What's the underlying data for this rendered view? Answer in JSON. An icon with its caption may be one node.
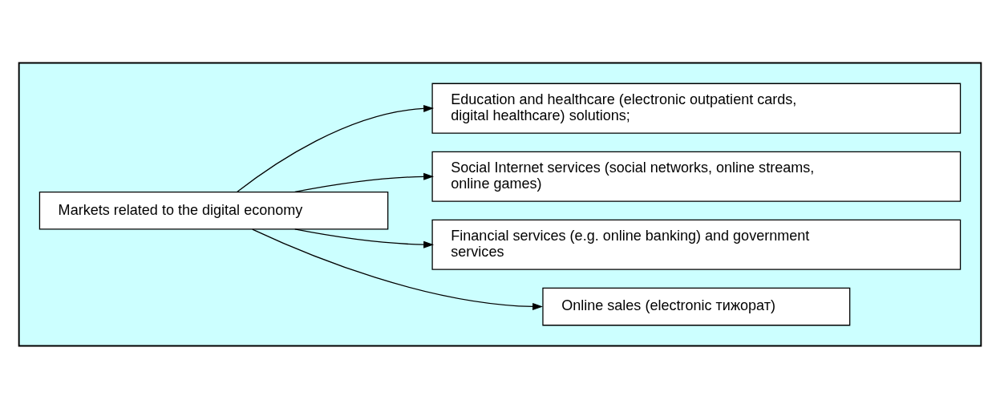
{
  "diagram": {
    "nodes": [
      {
        "text": [],
        "shape": "box"
      },
      {
        "text": [
          "Markets related to the digital economy"
        ],
        "in": 0
      },
      {
        "text": [
          "Online sales (electronic тижорат)"
        ],
        "in": 0
      },
      {
        "text": [
          "Financial services (e.g. online banking) and government services"
        ],
        "in": 0
      },
      {
        "text": [
          "Social Internet services (social networks, online streams, online games)"
        ],
        "in": 0
      },
      {
        "text": [
          "Education and healthcare (electronic outpatient cards, digital healthcare) solutions;"
        ],
        "in": 0
      }
    ],
    "edges": [
      {
        "from": 1,
        "to": 2,
        "arrow": "to"
      },
      {
        "from": 1,
        "to": 3,
        "arrow": "to"
      },
      {
        "from": 1,
        "to": 4,
        "arrow": "to"
      },
      {
        "from": 1,
        "to": 5,
        "arrow": "to"
      }
    ]
  }
}
